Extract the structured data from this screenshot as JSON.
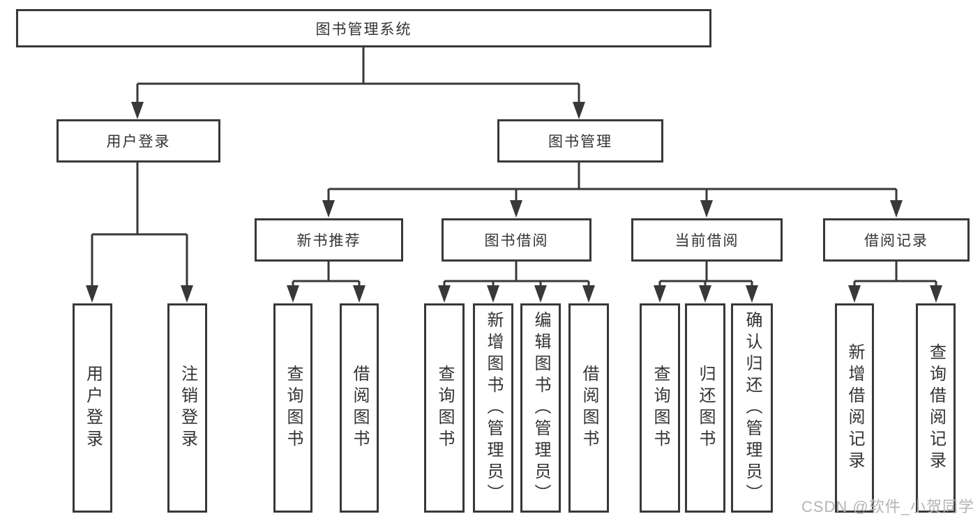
{
  "diagram": {
    "title_node": "图书管理系统",
    "level2": {
      "user_login": "用户登录",
      "book_management": "图书管理"
    },
    "level3": {
      "new_book_recommend": "新书推荐",
      "book_borrow": "图书借阅",
      "current_borrow": "当前借阅",
      "borrow_record": "借阅记录"
    },
    "leaves": {
      "user_login_leaf": "用户登录",
      "logout_leaf": "注销登录",
      "recommend_query_book": "查询图书",
      "recommend_borrow_book": "借阅图书",
      "borrow_query_book": "查询图书",
      "borrow_add_book": "新增图书（管理员）",
      "borrow_edit_book": "编辑图书（管理员）",
      "borrow_borrow_book": "借阅图书",
      "current_query_book": "查询图书",
      "current_return_book": "归还图书",
      "current_confirm_return": "确认归还（管理员）",
      "record_add_record": "新增借阅记录",
      "record_query_record": "查询借阅记录"
    }
  },
  "watermark": "CSDN @软件_小贺同学",
  "colors": {
    "line": "#383838",
    "border": "#383838",
    "text": "#333333",
    "watermark": "#b4b4b4",
    "background": "#ffffff"
  }
}
